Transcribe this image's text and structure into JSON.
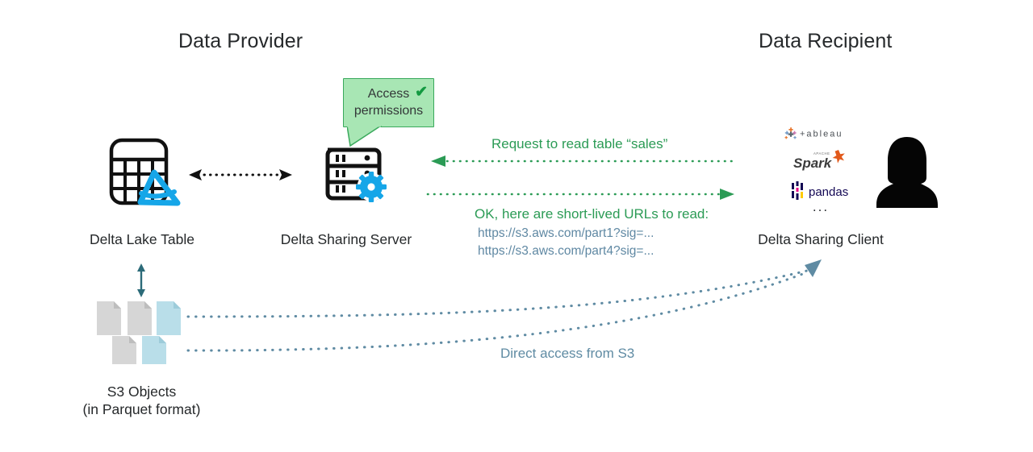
{
  "headings": {
    "provider": "Data Provider",
    "recipient": "Data Recipient"
  },
  "callout": {
    "text": "Access\npermissions",
    "check_icon": "✔",
    "fill_color": "#a8e6b4",
    "border_color": "#3aa95c",
    "check_color": "#139a41"
  },
  "nodes": {
    "delta_lake_table": {
      "caption": "Delta Lake Table",
      "icon": "delta-lake-table-icon",
      "accent_color": "#1ca7e0"
    },
    "delta_sharing_server": {
      "caption": "Delta Sharing Server",
      "icon": "server-gear-icon",
      "accent_color": "#16a6e8"
    },
    "delta_sharing_client": {
      "caption": "Delta Sharing Client",
      "icon": "person-avatar-icon"
    },
    "s3_objects": {
      "caption_line1": "S3 Objects",
      "caption_line2": "(in Parquet format)",
      "file_colors": [
        "#d6d6d6",
        "#d6d6d6",
        "#b9dee9",
        "#d6d6d6",
        "#b9dee9"
      ]
    }
  },
  "client_logos": [
    {
      "name": "tableau",
      "label": "+ableau"
    },
    {
      "name": "apache-spark",
      "label": "Spark",
      "sublabel": "APACHE"
    },
    {
      "name": "pandas",
      "label": "pandas"
    },
    {
      "name": "more",
      "label": "..."
    }
  ],
  "messages": {
    "request": "Request to read table “sales”",
    "response_header": "OK, here are short-lived URLs to read:",
    "response_urls": [
      "https://s3.aws.com/part1?sig=...",
      "https://s3.aws.com/part4?sig=..."
    ],
    "direct_access": "Direct access from S3"
  },
  "colors": {
    "green": "#2b9b55",
    "blue_gray": "#5f8ba3",
    "black": "#1c1c1c",
    "teal": "#2c6b79"
  }
}
